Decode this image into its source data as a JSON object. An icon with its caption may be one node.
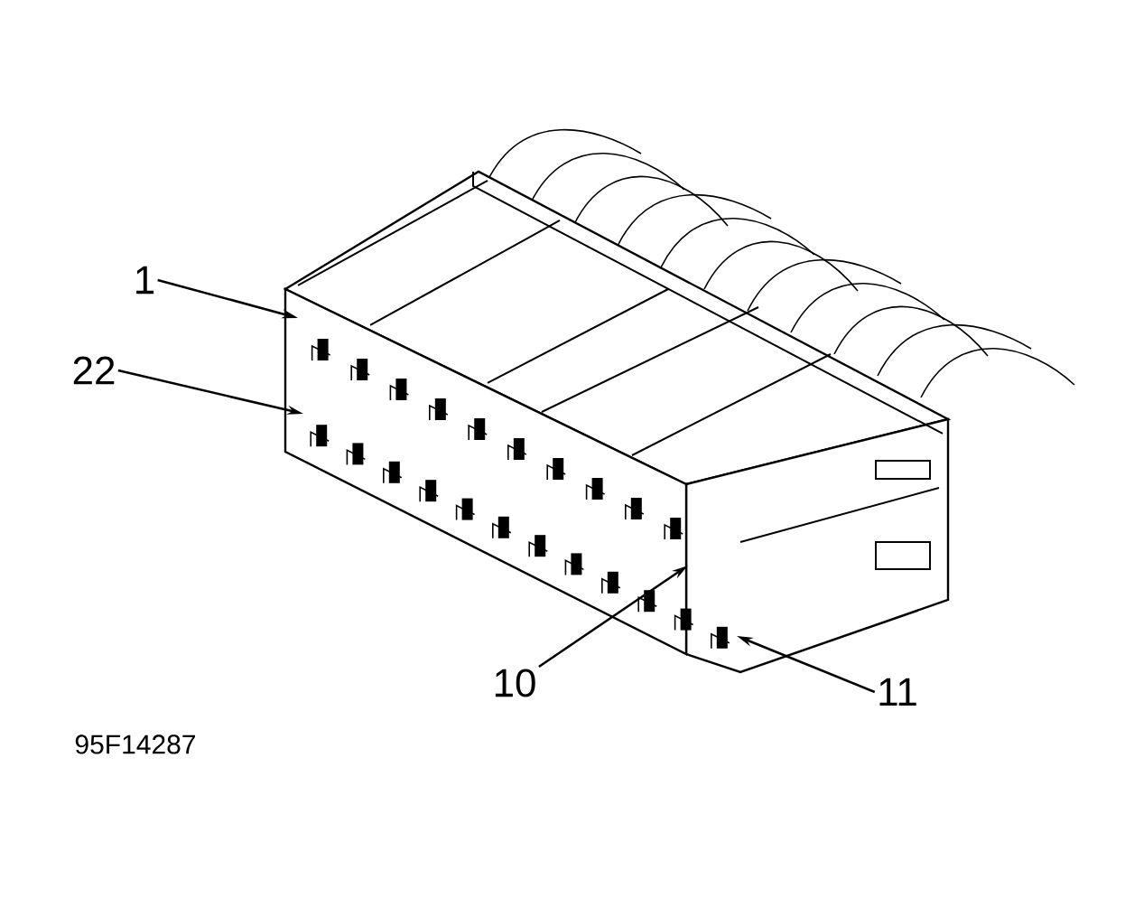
{
  "diagram": {
    "nodes": [
      {
        "text": [
          "1"
        ]
      },
      {
        "text": [
          "22"
        ]
      },
      {
        "text": [
          "10"
        ]
      },
      {
        "text": [
          "11"
        ]
      }
    ],
    "edges": [
      {
        "from": 0,
        "to": null,
        "arrow": "to"
      },
      {
        "from": 1,
        "to": null,
        "arrow": "to"
      },
      {
        "from": 2,
        "to": null,
        "arrow": "to"
      },
      {
        "from": 3,
        "to": null,
        "arrow": "to"
      }
    ],
    "labels": [
      "95F14287"
    ]
  }
}
